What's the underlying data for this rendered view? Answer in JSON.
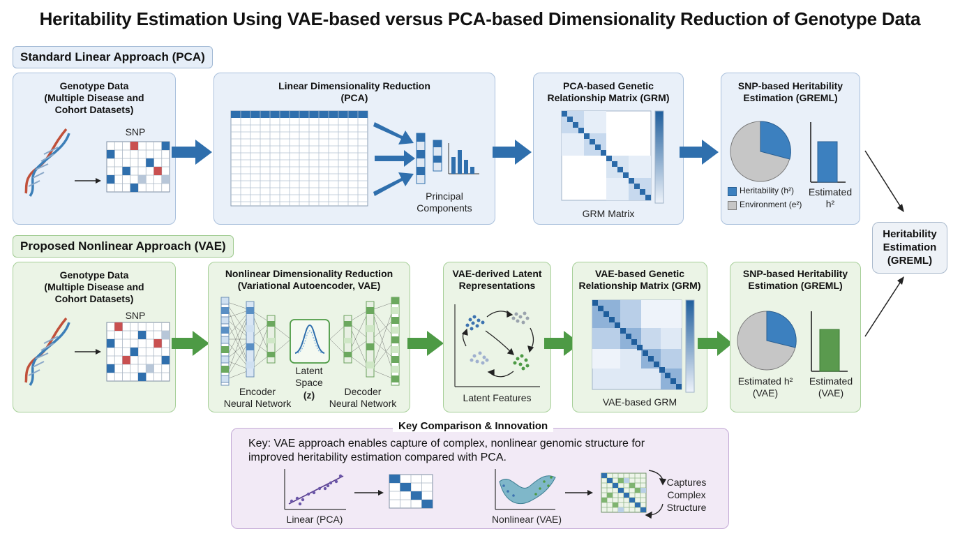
{
  "title": "Heritability Estimation Using VAE-based versus PCA-based Dimensionality Reduction of Genotype Data",
  "pca_lane": {
    "label": "Standard Linear Approach (PCA)",
    "genotype": {
      "title": "Genotype Data\n(Multiple Disease and\nCohort Datasets)",
      "snp_label": "SNP"
    },
    "reduction": {
      "title": "Linear Dimensionality Reduction\n(PCA)",
      "components_label": "Principal\nComponents"
    },
    "grm": {
      "title": "PCA-based Genetic\nRelationship Matrix (GRM)",
      "caption": "GRM Matrix"
    },
    "greml": {
      "title": "SNP-based Heritability\nEstimation (GREML)",
      "legend_heritability": "Heritability (h²)",
      "legend_environment": "Environment (e²)",
      "bar_label": "Estimated\nh²"
    }
  },
  "vae_lane": {
    "label": "Proposed Nonlinear Approach (VAE)",
    "genotype": {
      "title": "Genotype Data\n(Multiple Disease and\nCohort Datasets)",
      "snp_label": "SNP"
    },
    "reduction": {
      "title": "Nonlinear Dimensionality Reduction\n(Variational Autoencoder, VAE)",
      "encoder_label": "Encoder\nNeural Network",
      "latent_label": "Latent\nSpace",
      "latent_symbol": "(z)",
      "decoder_label": "Decoder\nNeural Network"
    },
    "latent": {
      "title": "VAE-derived Latent\nRepresentations",
      "caption": "Latent Features"
    },
    "grm": {
      "title": "VAE-based Genetic\nRelationship Matrix (GRM)",
      "caption": "VAE-based GRM"
    },
    "greml": {
      "title": "SNP-based Heritability\nEstimation (GREML)",
      "pie_label": "Estimated h²\n(VAE)",
      "bar_label": "Estimated\n(VAE)"
    }
  },
  "final": {
    "title": "Heritability\nEstimation\n(GREML)"
  },
  "comparison": {
    "title": "Key Comparison & Innovation",
    "key_text": "Key: VAE approach enables capture of complex, nonlinear genomic structure for\nimproved heritability estimation compared with PCA.",
    "linear_label": "Linear (PCA)",
    "nonlinear_label": "Nonlinear (VAE)",
    "captures_label": "Captures\nComplex\nStructure"
  },
  "colors": {
    "pca_blue": "#2f6fad",
    "vae_green": "#4d9a45",
    "pca_bg": "#e9f0f9",
    "vae_bg": "#ebf4e6",
    "purple_bg": "#f2eaf6"
  }
}
